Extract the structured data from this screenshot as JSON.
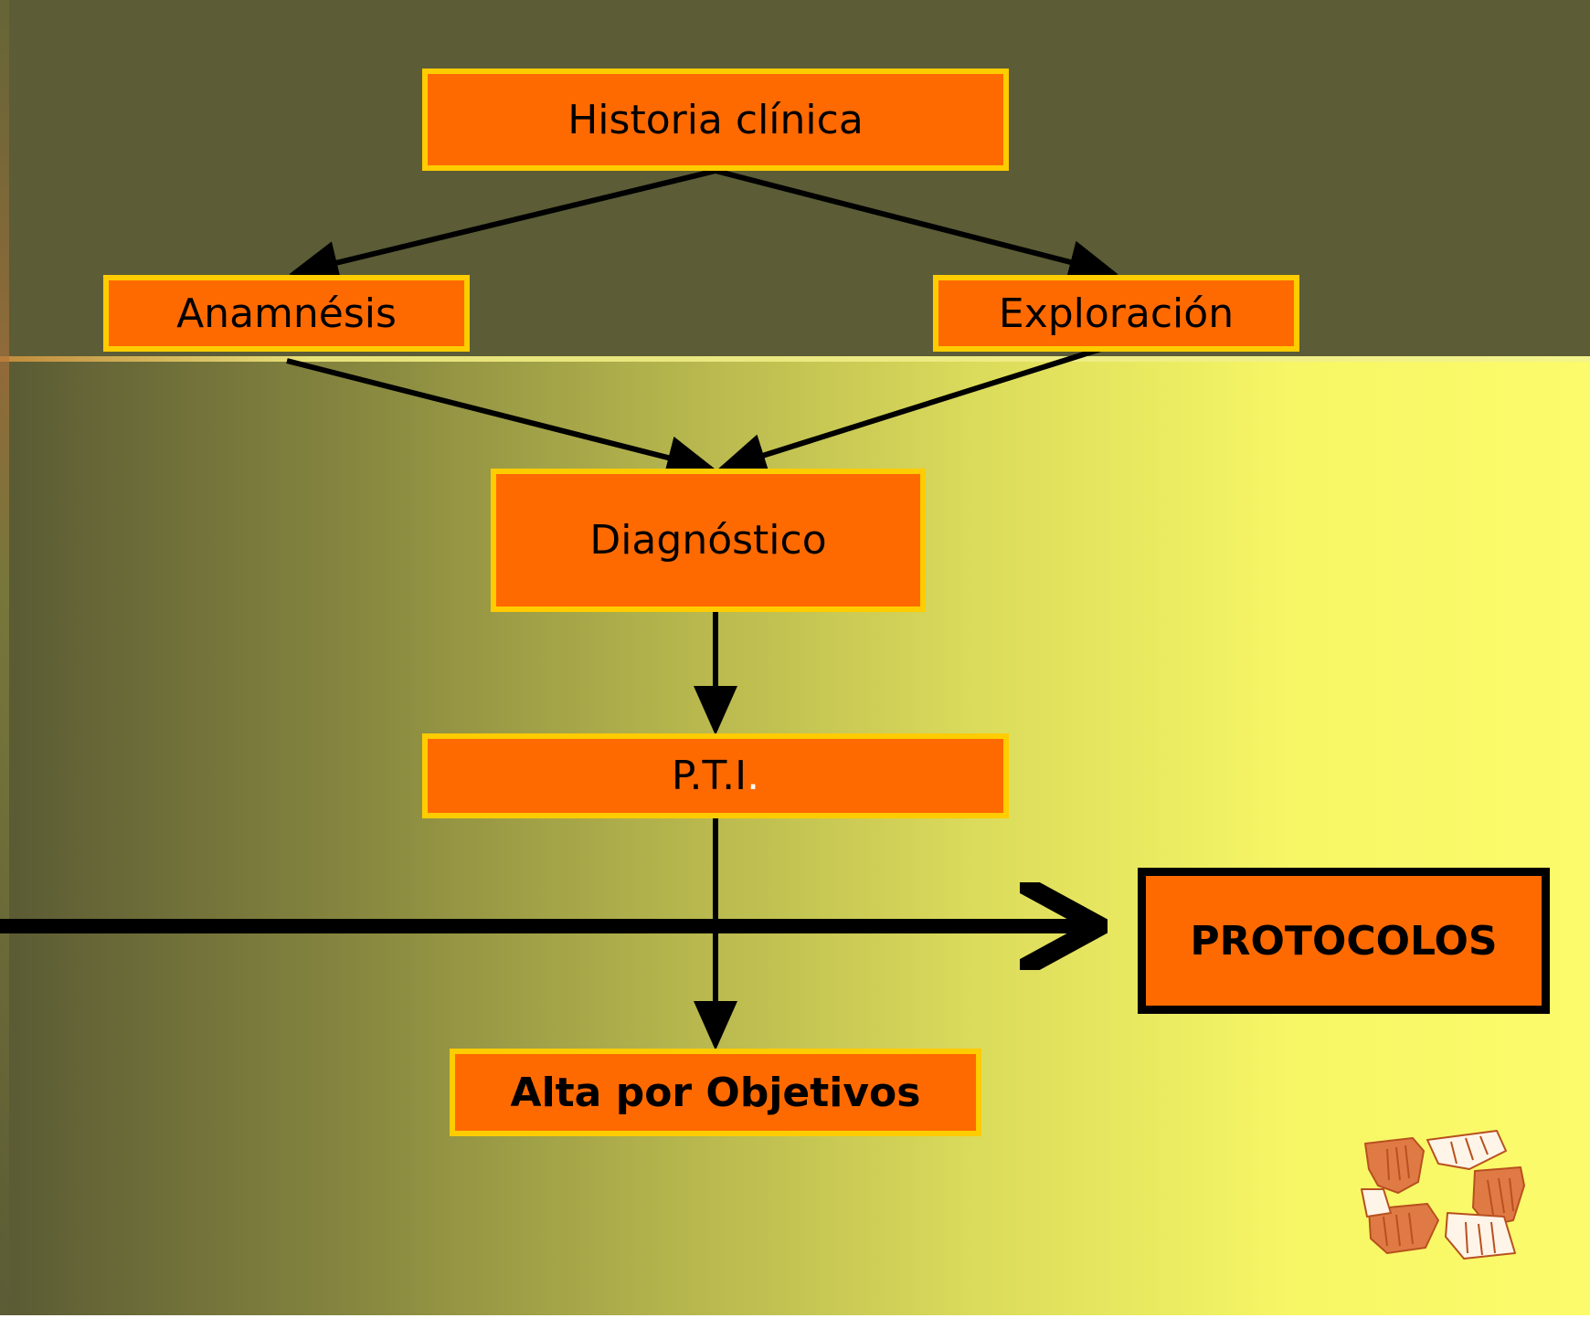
{
  "nodes": {
    "historia": "Historia clínica",
    "anamnesis": "Anamnésis",
    "exploracion": "Exploración",
    "diagnostico": "Diagnóstico",
    "pti_main": "P.T.I",
    "pti_dot": ".",
    "alta": "Alta por Objetivos",
    "protocolos": "PROTOCOLOS"
  },
  "colors": {
    "box_fill": "#ff6a00",
    "box_border": "#ffcc00",
    "bg_top": "#5c5c36",
    "bg_gradient_end": "#fbfb6b"
  },
  "icons": [
    "hands-logo-icon"
  ]
}
